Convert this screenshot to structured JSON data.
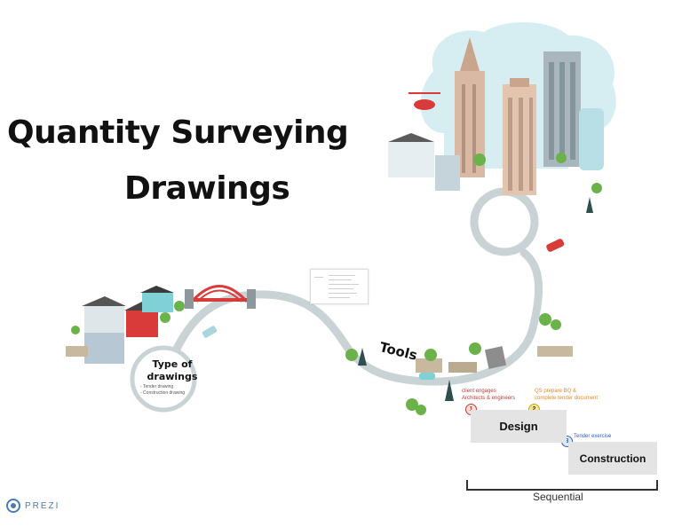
{
  "title": {
    "line1": "Quantity Surveying",
    "line2": "Drawings"
  },
  "type_of_drawings": {
    "heading": "Type of drawings",
    "items": [
      "- Tender drawing",
      "- Construction drawing"
    ]
  },
  "tools_label": "Tools",
  "stages": {
    "design": "Design",
    "construction": "Construction",
    "step1_number": "1",
    "step1_text_line1": "client engages",
    "step1_text_line2": "Architects & engineers",
    "step2_number": "2",
    "step2_text_line1": "QS prepare BQ &",
    "step2_text_line2": "complete tender document",
    "step3_number": "3",
    "step3_text": "Tender exercise",
    "sequential_label": "Sequential"
  },
  "brand": {
    "logo_text": "PREZI",
    "accent": "#4a7db8"
  },
  "colors": {
    "road": "#c9d3d6",
    "sky": "#d6eef2",
    "design_box": "#e4e4e4",
    "note_red": "#c43a31",
    "note_orange": "#e08a2a",
    "note_blue": "#2a62c4"
  }
}
